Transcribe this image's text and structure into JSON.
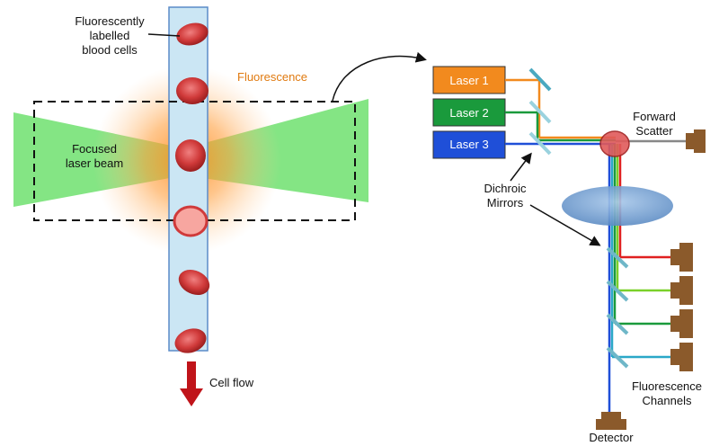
{
  "labels": {
    "cells": [
      "Fluorescently",
      "labelled",
      "blood cells"
    ],
    "fluorescence": "Fluorescence",
    "focused": [
      "Focused",
      "laser beam"
    ],
    "cell_flow": "Cell flow",
    "laser1": "Laser 1",
    "laser2": "Laser 2",
    "laser3": "Laser 3",
    "forward_scatter": [
      "Forward",
      "Scatter"
    ],
    "dichroic": [
      "Dichroic",
      "Mirrors"
    ],
    "channels": [
      "Fluorescence",
      "Channels"
    ],
    "detector": "Detector"
  },
  "colors": {
    "laser1": "#f28a1e",
    "laser2": "#1a9a3c",
    "laser3": "#1f4fd8",
    "detector": "#8b5a2b",
    "mirror": "#6fb7c8",
    "tube": "#cbe6f4",
    "beam": "#6fe06f"
  }
}
